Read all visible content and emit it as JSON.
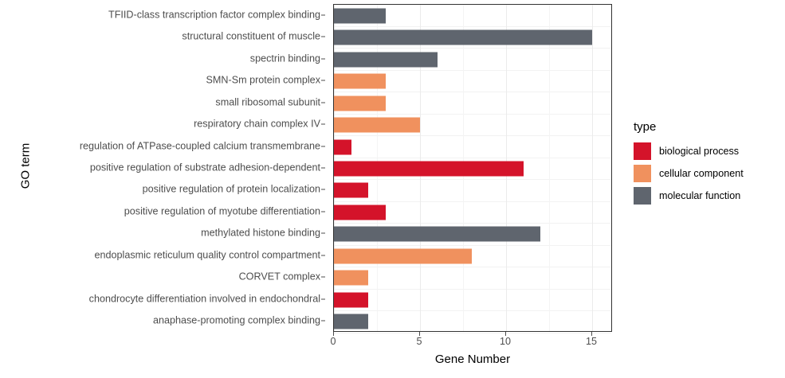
{
  "chart_data": {
    "type": "bar",
    "orientation": "horizontal",
    "title": "",
    "xlabel": "Gene Number",
    "ylabel": "GO term",
    "xlim": [
      0,
      16.2
    ],
    "xticks": [
      0,
      5,
      10,
      15
    ],
    "xticklabels": [
      "0",
      "5",
      "10",
      "15"
    ],
    "grid": true,
    "categories": [
      "TFIID-class transcription factor complex binding",
      "structural constituent of muscle",
      "spectrin binding",
      "SMN-Sm protein complex",
      "small ribosomal subunit",
      "respiratory chain complex IV",
      "regulation of ATPase-coupled calcium transmembrane",
      "positive regulation of substrate adhesion-dependent",
      "positive regulation of protein localization",
      "positive regulation of myotube differentiation",
      "methylated histone binding",
      "endoplasmic reticulum quality control compartment",
      "CORVET complex",
      "chondrocyte differentiation involved in endochondral",
      "anaphase-promoting complex binding"
    ],
    "values": [
      3,
      15,
      6,
      3,
      3,
      5,
      1,
      11,
      2,
      3,
      12,
      8,
      2,
      2,
      2
    ],
    "groups": [
      "molecular function",
      "molecular function",
      "molecular function",
      "cellular component",
      "cellular component",
      "cellular component",
      "biological process",
      "biological process",
      "biological process",
      "biological process",
      "molecular function",
      "cellular component",
      "cellular component",
      "biological process",
      "molecular function"
    ],
    "legend": {
      "title": "type",
      "position": "right",
      "entries": [
        {
          "label": "biological process",
          "color": "#d4132a"
        },
        {
          "label": "cellular component",
          "color": "#f0915e"
        },
        {
          "label": "molecular function",
          "color": "#5f656e"
        }
      ]
    },
    "colors": {
      "biological process": "#d4132a",
      "cellular component": "#f0915e",
      "molecular function": "#5f656e"
    }
  }
}
